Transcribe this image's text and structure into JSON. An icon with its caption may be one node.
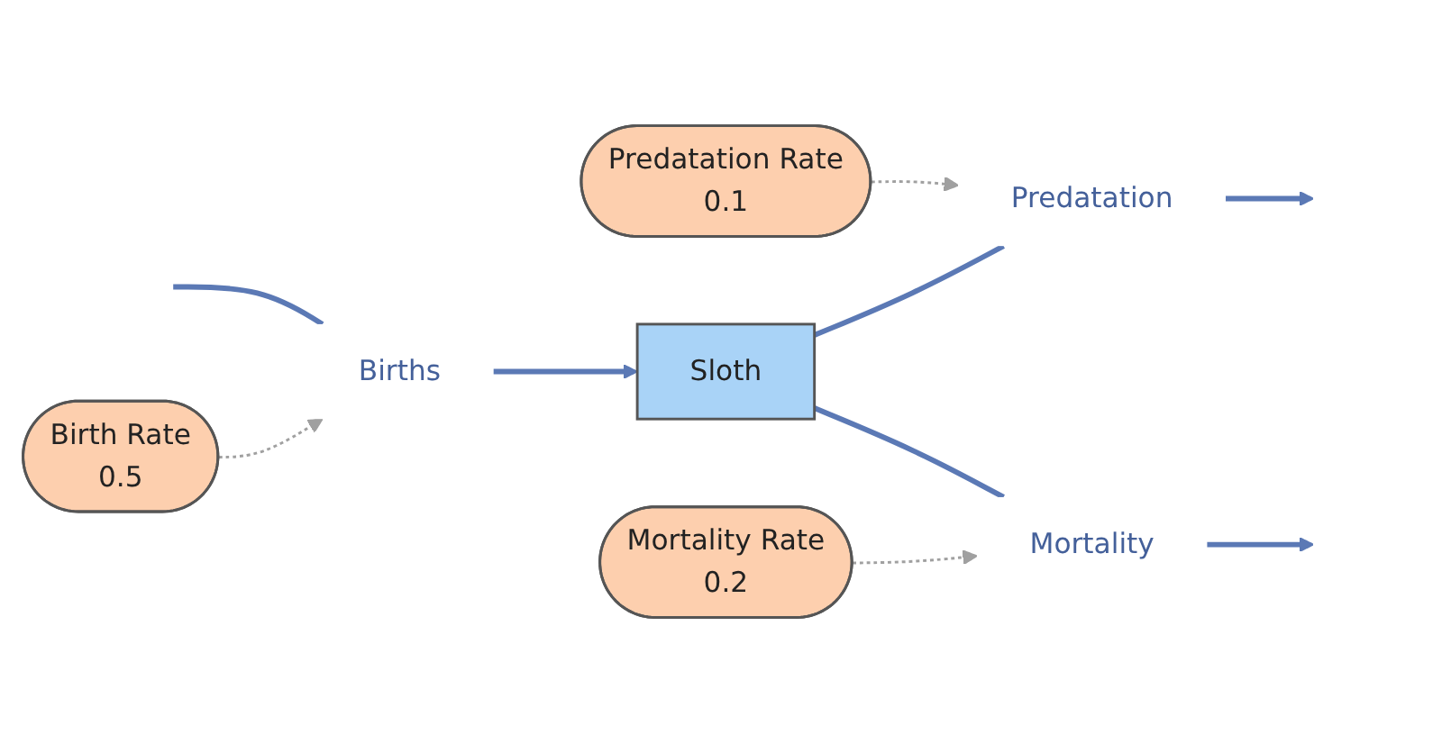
{
  "diagram": {
    "nodes": [
      {
        "text": [
          "Birth Rate",
          "0.5"
        ]
      },
      {
        "text": [
          "Predatation Rate",
          "0.1"
        ]
      },
      {
        "text": [
          "Sloth"
        ]
      },
      {
        "text": [
          "Births"
        ]
      },
      {
        "text": [
          "Predatation"
        ]
      },
      {
        "text": [
          "Mortality"
        ]
      },
      {
        "text": [
          "Mortality Rate",
          "0.2"
        ]
      }
    ],
    "edges": [
      {
        "from": null,
        "to": 3,
        "arrow": "none"
      },
      {
        "from": 3,
        "to": 2,
        "arrow": "to"
      },
      {
        "from": 2,
        "to": 4,
        "arrow": "none"
      },
      {
        "from": 4,
        "to": null,
        "arrow": "to"
      },
      {
        "from": 2,
        "to": 5,
        "arrow": "none"
      },
      {
        "from": 5,
        "to": null,
        "arrow": "to"
      },
      {
        "from": 0,
        "to": 3,
        "arrow": "to",
        "style": "dashed",
        "color": "#a0a0a0"
      },
      {
        "from": 1,
        "to": 4,
        "arrow": "to",
        "style": "dashed",
        "color": "#a0a0a0"
      },
      {
        "from": 6,
        "to": 5,
        "arrow": "to",
        "style": "dashed",
        "color": "#a0a0a0"
      }
    ]
  }
}
